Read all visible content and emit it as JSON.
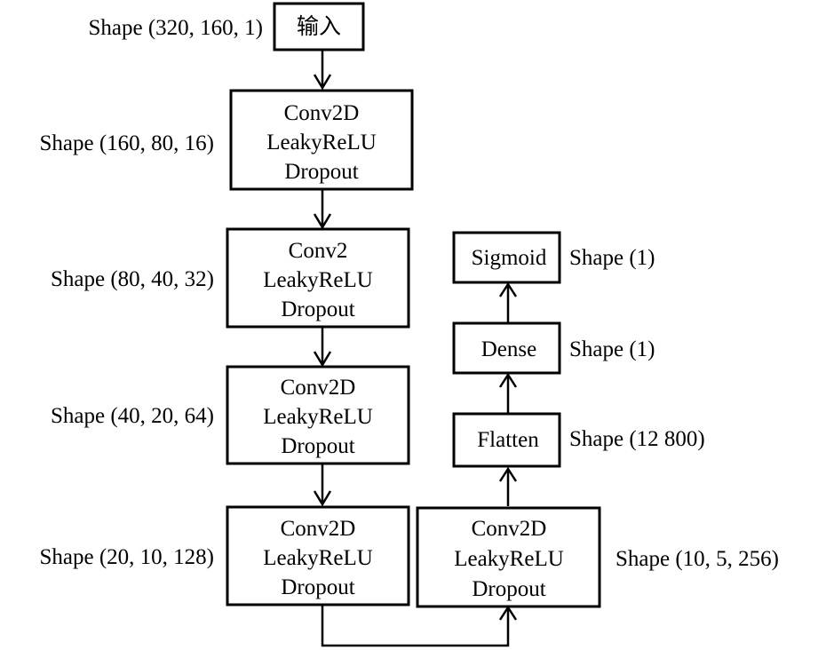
{
  "diagram": {
    "nodes": [
      {
        "id": "input",
        "lines": [
          "输入"
        ]
      },
      {
        "id": "conv1",
        "lines": [
          "Conv2D",
          "LeakyReLU",
          "Dropout"
        ]
      },
      {
        "id": "conv2",
        "lines": [
          "Conv2",
          "LeakyReLU",
          "Dropout"
        ]
      },
      {
        "id": "conv3",
        "lines": [
          "Conv2D",
          "LeakyReLU",
          "Dropout"
        ]
      },
      {
        "id": "conv4",
        "lines": [
          "Conv2D",
          "LeakyReLU",
          "Dropout"
        ]
      },
      {
        "id": "conv5",
        "lines": [
          "Conv2D",
          "LeakyReLU",
          "Dropout"
        ]
      },
      {
        "id": "flatten",
        "lines": [
          "Flatten"
        ]
      },
      {
        "id": "dense",
        "lines": [
          "Dense"
        ]
      },
      {
        "id": "sigmoid",
        "lines": [
          "Sigmoid"
        ]
      }
    ],
    "shapes": {
      "input": "Shape (320, 160, 1)",
      "conv1": "Shape (160, 80, 16)",
      "conv2": "Shape (80, 40, 32)",
      "conv3": "Shape (40, 20, 64)",
      "conv4": "Shape (20, 10, 128)",
      "conv5": "Shape (10, 5, 256)",
      "flatten": "Shape (12 800)",
      "dense": "Shape (1)",
      "sigmoid": "Shape (1)"
    },
    "edges": [
      {
        "from": "input",
        "to": "conv1"
      },
      {
        "from": "conv1",
        "to": "conv2"
      },
      {
        "from": "conv2",
        "to": "conv3"
      },
      {
        "from": "conv3",
        "to": "conv4"
      },
      {
        "from": "conv4",
        "to": "conv5"
      },
      {
        "from": "conv5",
        "to": "flatten"
      },
      {
        "from": "flatten",
        "to": "dense"
      },
      {
        "from": "dense",
        "to": "sigmoid"
      }
    ]
  }
}
